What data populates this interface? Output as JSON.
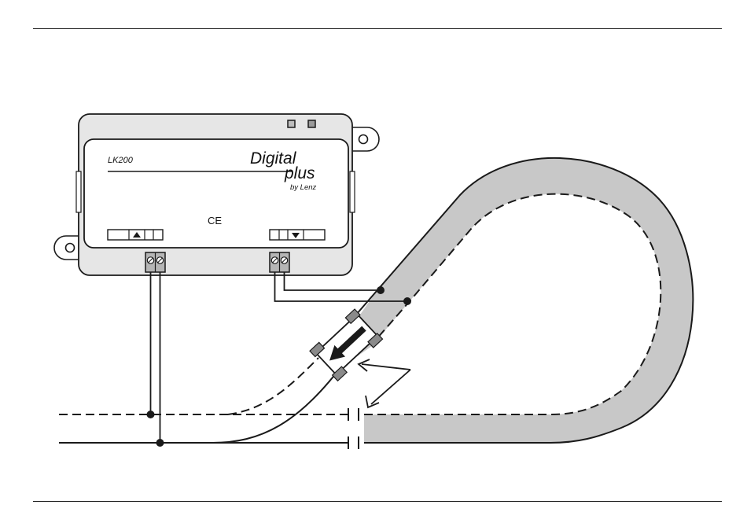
{
  "module": {
    "model": "LK200",
    "brand_main": "Digital",
    "brand_sub": "plus",
    "brand_byline": "by Lenz",
    "certification": "CE",
    "terminal_left_arrow": "▲",
    "terminal_right_arrow": "▼"
  },
  "colors": {
    "line": "#1a1a1a",
    "track_fill": "#c8c8c8",
    "housing_fill": "#e6e6e6",
    "label_fill": "#ffffff"
  },
  "icons": {
    "polarity_arrow": "thick-arrow",
    "annotation_arrows": "double-arrow-icon"
  }
}
